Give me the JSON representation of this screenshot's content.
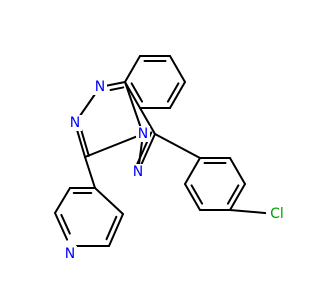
{
  "molecule": {
    "atoms": {
      "n1": {
        "symbol": "N",
        "color": "#0000ff"
      },
      "n2": {
        "symbol": "N",
        "color": "#0000ff"
      },
      "n3": {
        "symbol": "N",
        "color": "#0000ff"
      },
      "n4": {
        "symbol": "N",
        "color": "#0000ff"
      },
      "n_pyridine": {
        "symbol": "N",
        "color": "#0000ff"
      },
      "cl": {
        "symbol": "Cl",
        "color": "#00a000"
      }
    }
  }
}
